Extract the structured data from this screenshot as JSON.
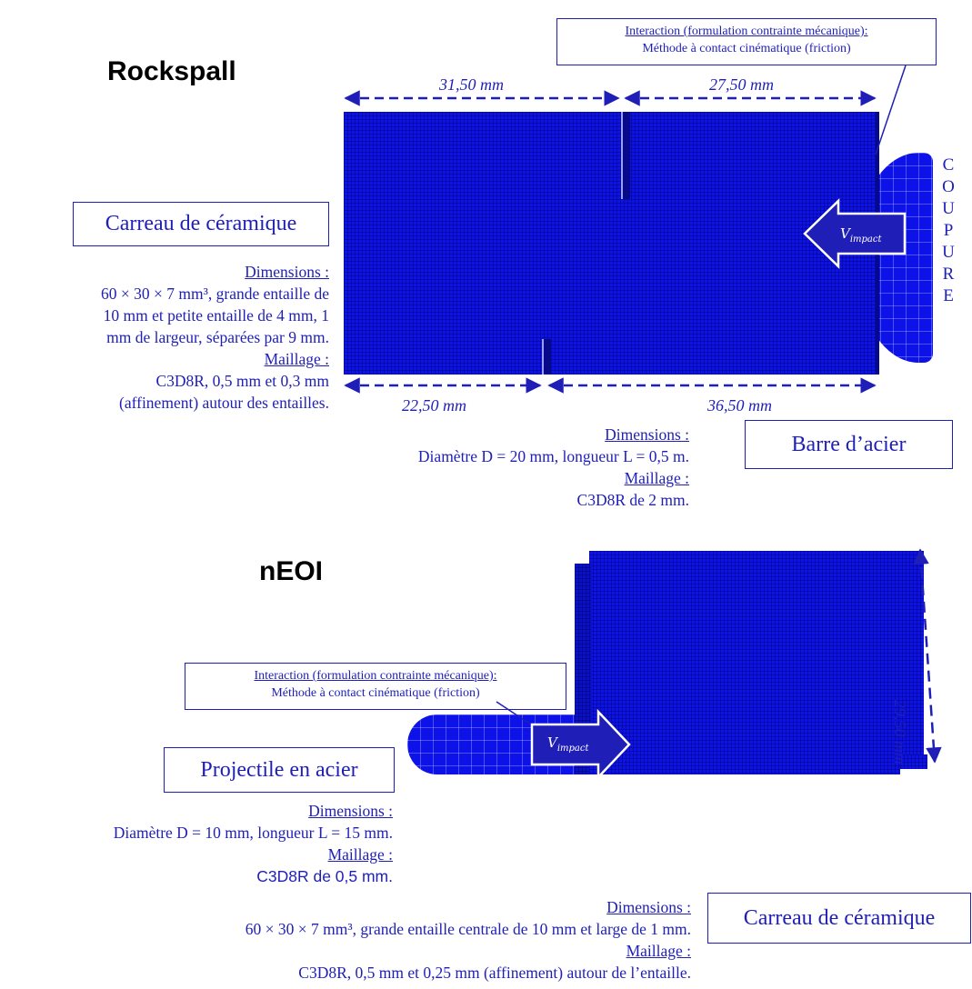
{
  "rockspall": {
    "title": "Rockspall",
    "interaction": {
      "line1": "Interaction (formulation contrainte  mécanique):",
      "line2": "Méthode à contact cinématique (friction)"
    },
    "dims": {
      "top_left": "31,50 mm",
      "top_right": "27,50 mm",
      "bottom_left": "22,50 mm",
      "bottom_right": "36,50 mm"
    },
    "tile_box": "Carreau de céramique",
    "tile_spec": {
      "dimensions_label": "Dimensions :",
      "line1": "60 × 30 × 7 mm³, grande entaille de",
      "line2": "10 mm et petite entaille de 4 mm, 1",
      "line3": "mm de largeur, séparées par 9 mm.",
      "mesh_label": "Maillage :",
      "mesh1": "C3D8R, 0,5 mm et 0,3 mm",
      "mesh2": "(affinement) autour des entailles."
    },
    "velocity": "V",
    "velocity_sub": "impact",
    "coupure": [
      "C",
      "O",
      "U",
      "P",
      "U",
      "R",
      "E"
    ],
    "bar_spec": {
      "dimensions_label": "Dimensions :",
      "line1": "Diamètre D = 20 mm, longueur L = 0,5 m.",
      "mesh_label": "Maillage :",
      "mesh1": "C3D8R de 2 mm."
    },
    "bar_box": "Barre d’acier"
  },
  "neoi": {
    "title": "nEOI",
    "interaction": {
      "line1": "Interaction (formulation contrainte  mécanique):",
      "line2": "Méthode à contact cinématique (friction)"
    },
    "height_dim": "29,50 mm",
    "projectile_box": "Projectile en acier",
    "projectile_spec": {
      "dimensions_label": "Dimensions :",
      "line1": "Diamètre D = 10 mm, longueur L =  15 mm.",
      "mesh_label": "Maillage :",
      "mesh1": "C3D8R de 0,5 mm."
    },
    "velocity": "V",
    "velocity_sub": "impact",
    "tile_spec": {
      "dimensions_label": "Dimensions :",
      "line1": "60 × 30 × 7 mm³, grande entaille centrale de 10 mm et large de 1 mm.",
      "mesh_label": "Maillage :",
      "mesh1": "C3D8R, 0,5 mm et 0,25 mm (affinement) autour de l’entaille."
    },
    "tile_box": "Carreau de céramique"
  },
  "colors": {
    "accent": "#1f1fb8",
    "mesh": "#0c12e8"
  }
}
